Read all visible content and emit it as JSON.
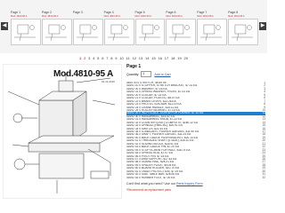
{
  "carousel": {
    "thumbnails": [
      {
        "label": "Page 1",
        "sub": "Mod. 4810-95 A"
      },
      {
        "label": "Page 2",
        "sub": "Mod. 4810-95 A"
      },
      {
        "label": "Page 3",
        "sub": ""
      },
      {
        "label": "Page 4",
        "sub": "Mod. 4810-95 A"
      },
      {
        "label": "Page 5",
        "sub": "Mod. 4810-95 A"
      },
      {
        "label": "Page 6",
        "sub": "Mod. 4810-95 A"
      },
      {
        "label": "Page 7",
        "sub": "Mod. 4810-95 A"
      },
      {
        "label": "Page 8",
        "sub": "Mod. 4810-95 A"
      }
    ],
    "prev_icon": "chevron-left-icon",
    "next_icon": "chevron-right-icon"
  },
  "pager": {
    "pages": [
      "1",
      "2",
      "3",
      "4",
      "5",
      "6",
      "7",
      "8",
      "9",
      "10",
      "11",
      "12",
      "13",
      "14",
      "15",
      "16",
      "17",
      "18",
      "19",
      "20"
    ],
    "active": "1"
  },
  "diagram": {
    "model": "Mod.4810-95 A",
    "date": "01.11.2010"
  },
  "panel": {
    "page_title": "Page 1",
    "quantity_label": "Quantity",
    "quantity_value": "1",
    "add_to_cart": "Add to Cart",
    "parts": [
      {
        "name": "4810 93 0 STRETCH, 48-60 95",
        "num": "1"
      },
      {
        "name": "41691 10 0 STOPPER, STRETCH BRACKET, $7.31 EA",
        "num": "2"
      },
      {
        "name": "41692 00 0 WASHER, $7.16 EA",
        "num": "3"
      },
      {
        "name": "41692 01 0 SPRING WASHER, FRONT, $7.03 EA",
        "num": "4"
      },
      {
        "name": "41692 20 0 COLLAR, $7.31 EA",
        "num": "5"
      },
      {
        "name": "41692 21 0 COLLAR, PLASTIC, $8.07 EA",
        "num": "6"
      },
      {
        "name": "41692 22 0 BRAKE LEVER, $13.26 EA",
        "num": "7"
      },
      {
        "name": "41692 23 0 PROTECTION BAR, $11.19 EA",
        "num": "8"
      },
      {
        "name": "41692 24 0 CRANK HANDLE, $15.11 EA",
        "num": "9"
      },
      {
        "name": "41692 25 0 ROLLER BEARING, $7.15 EA",
        "num": "10"
      },
      {
        "name": "41692 26 0 INCH SCALE, SCREW FOR PUSHER, $7.10 EA",
        "num": "11"
      },
      {
        "name": "41692 30 0 HANDWHEEL, $14.52 EA",
        "num": "12"
      },
      {
        "name": "41692 31 0 HANDWHEEL KNOB, $7.22 EA",
        "num": "13"
      },
      {
        "name": "41692 32 0 COUNTER (DIGI.) COMPLETE, $160.12 EA",
        "num": "14"
      },
      {
        "name": "41692 33 0 SPINDLE (HMS-BC), $20.91 EA",
        "num": "15"
      },
      {
        "name": "41692 34 0 SWITCH, $21.44 EA",
        "num": "16"
      },
      {
        "name": "41692 35 0 STABILIZER, PUSHER GARDIEL, $11.90 EA",
        "num": "17"
      },
      {
        "name": "41692 36 0 SHAFT, PUSHER CARDEL, $11.24 EA",
        "num": "18"
      },
      {
        "name": "41692 40 0 BACK GAUGE PUSH BRACKET, $20.14 EA",
        "num": "19"
      },
      {
        "name": "41692 41 0 THREADED SHAFT (6 SIDE), $15.10 EA",
        "num": "20"
      },
      {
        "name": "41692 42 0 SLIDING BLOCK, $18.91 EA",
        "num": "21"
      },
      {
        "name": "41692 43 0 BACK GAUGE PIN, $7.20 EA",
        "num": "22"
      },
      {
        "name": "41692 44 0 STOP SCREW FOR HULL, $16.74 EA",
        "num": "23"
      },
      {
        "name": "41692 45 0 SPRING ROD, $7.07 EA",
        "num": "24"
      },
      {
        "name": "41692 46 0 PIVOT PIN, $7.15 EA",
        "num": "25"
      },
      {
        "name": "41692 47 0 ARM SUPPORT, $17.43 EA",
        "num": "26"
      },
      {
        "name": "41692 48 0 GUARD RAIL, $24.21 EA",
        "num": "27"
      },
      {
        "name": "41692 49 0 SPACER PLATE, $9.05 EA",
        "num": "28"
      },
      {
        "name": "41692 50 0 BOARD HOLDER, $10.70 EA",
        "num": "29"
      },
      {
        "name": "41692 51 0 TABLE PROTECTION, $7.19 EA",
        "num": "30"
      },
      {
        "name": "41692 52 0 SIDE TABLE BAR, $26.06 EA",
        "num": "31"
      },
      {
        "name": "41692 53 0 RUBBER FOOT, $7.00 EA",
        "num": "32"
      }
    ],
    "highlighted_index": 10,
    "help_text": "Can't find what you need? Use our",
    "help_link": "Parts Inquiry Form",
    "note": "*Recommend as replacement parts"
  },
  "colors": {
    "highlight": "#1e7fd1",
    "link": "#2a5aa8",
    "note": "#dd2222"
  }
}
